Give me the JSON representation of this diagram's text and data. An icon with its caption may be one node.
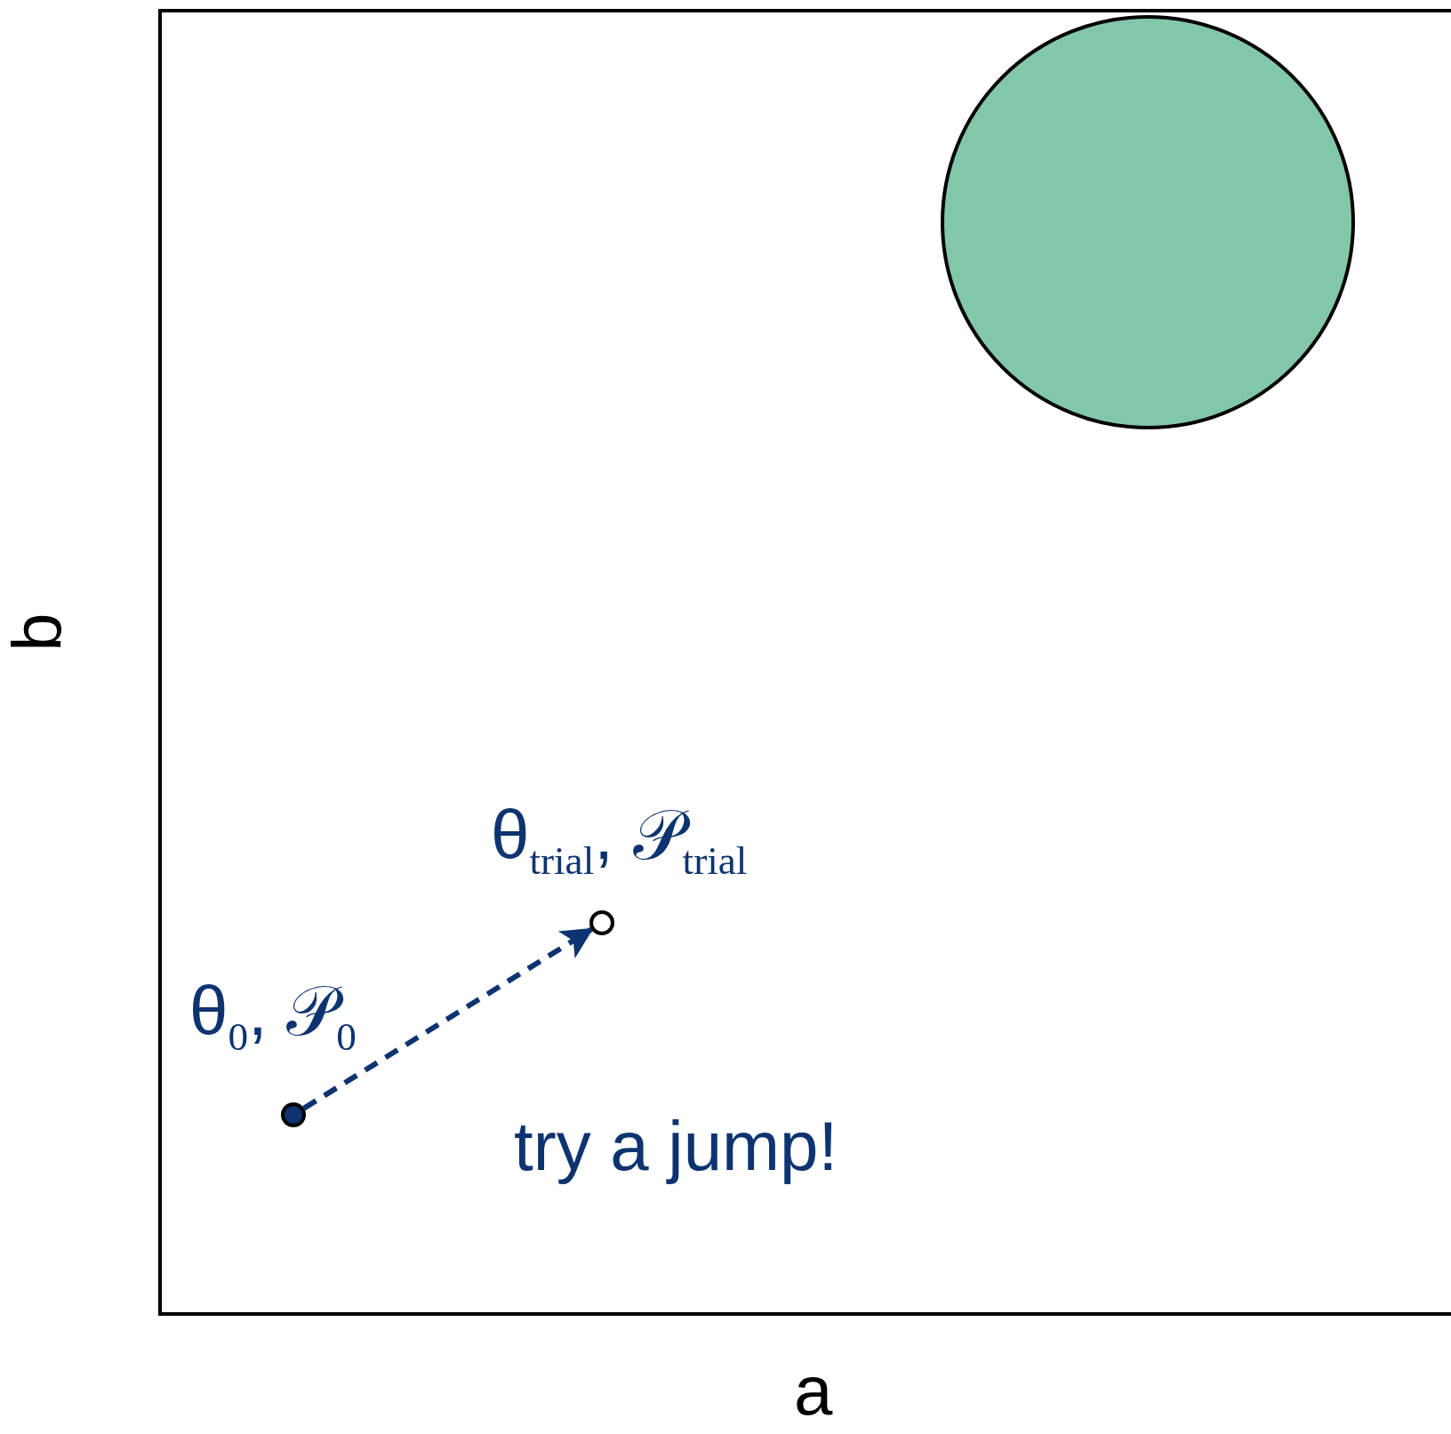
{
  "diagram": {
    "nodes": [
      {
        "text": [],
        "shape": "circle"
      },
      {
        "text": [],
        "shape": "circle",
        "beside": [
          "θ$_{0}$, 𝒫$_{0}$"
        ]
      },
      {
        "text": [],
        "shape": "circle",
        "beside": [
          "θ$_{trial}$, 𝒫$_{trial}$"
        ]
      }
    ],
    "edges": [
      {
        "from": 1,
        "to": 2,
        "arrow": "to",
        "style": "dashed"
      }
    ],
    "labels": [
      "try a jump!",
      "b",
      "a"
    ]
  }
}
